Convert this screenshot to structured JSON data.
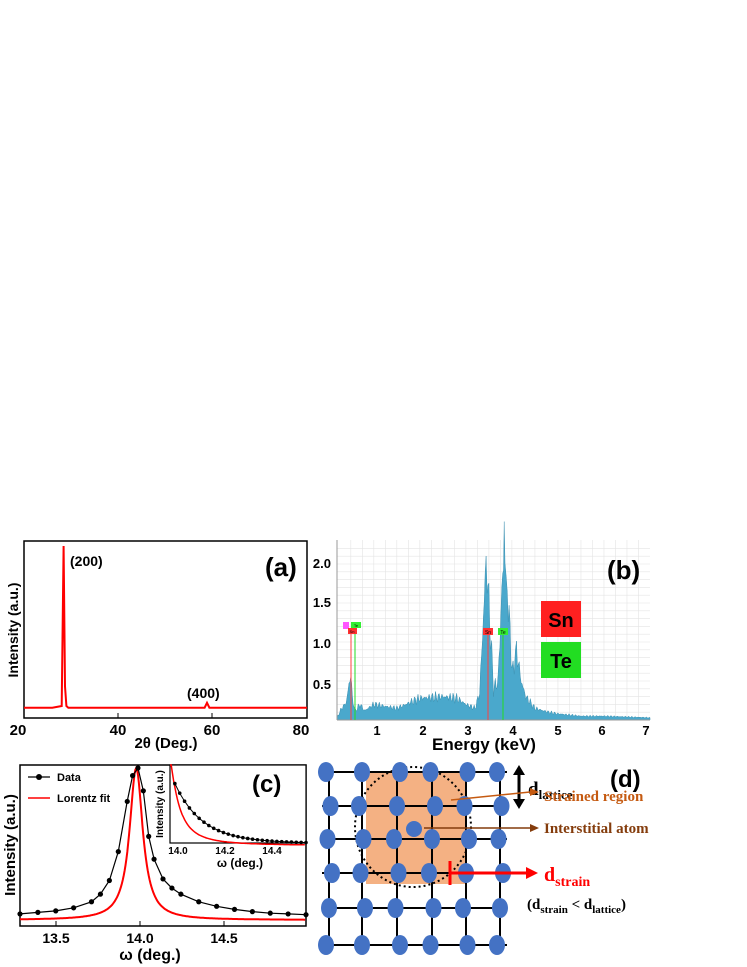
{
  "colors": {
    "xrd_line": "#ff0000",
    "eds_fill": "#4aa8cc",
    "sn_box": "#ff2020",
    "te_box": "#22dd22",
    "fit_line": "#ff0000",
    "data_marker": "#000000",
    "atom": "#4472c4",
    "strain_fill": "#f4b183",
    "strained_label": "#c55a11",
    "interstitial_label": "#843c0c",
    "d_strain_color": "#ff0000"
  },
  "panel_a": {
    "label": "(a)",
    "ylabel": "Intensity (a.u.)",
    "xlabel": "2θ (Deg.)",
    "peak_labels": [
      "(200)",
      "(400)"
    ],
    "xticks": [
      "20",
      "40",
      "60",
      "80"
    ]
  },
  "panel_b": {
    "label": "(b)",
    "xlabel": "Energy (keV)",
    "xticks": [
      "1",
      "2",
      "3",
      "4",
      "5",
      "6",
      "7"
    ],
    "yticks": [
      "0.5",
      "1.0",
      "1.5",
      "2.0"
    ],
    "legend": [
      "Sn",
      "Te"
    ],
    "marker_labels": [
      "Sn",
      "Te",
      "Sn",
      "Te"
    ]
  },
  "panel_c": {
    "label": "(c)",
    "ylabel": "Intensity (a.u.)",
    "xlabel": "ω (deg.)",
    "legend_data": "Data",
    "legend_fit": "Lorentz fit",
    "xticks": [
      "13.5",
      "14.0",
      "14.5"
    ],
    "inset_ylabel": "Intensity (a.u.)",
    "inset_xlabel": "ω (deg.)",
    "inset_xticks": [
      "14.0",
      "14.2",
      "14.4"
    ]
  },
  "panel_d": {
    "label": "(d)",
    "d_lattice": "d",
    "d_lattice_sub": "lattice",
    "strained_region": "Strained region",
    "interstitial_atom": "Interstitial atom",
    "d_strain": "d",
    "d_strain_sub": "strain",
    "relation_open": "(d",
    "relation_sub1": "strain",
    "relation_mid": " < d",
    "relation_sub2": "lattice",
    "relation_close": ")"
  },
  "chart_data": [
    {
      "type": "line",
      "panel": "a",
      "xlabel": "2θ (Deg.)",
      "ylabel": "Intensity (a.u.)",
      "xlim": [
        20,
        80
      ],
      "grid": false,
      "series": [
        {
          "x": [
            20,
            26,
            28.0,
            28.4,
            28.7,
            29.0,
            29.4,
            31,
            40,
            50,
            58.3,
            58.8,
            59.3,
            65,
            80
          ],
          "y": [
            0.02,
            0.02,
            0.03,
            1.0,
            0.15,
            0.03,
            0.02,
            0.02,
            0.02,
            0.02,
            0.02,
            0.05,
            0.02,
            0.02,
            0.02
          ]
        }
      ],
      "annotations": [
        "(200)",
        "(400)"
      ]
    },
    {
      "type": "area",
      "panel": "b",
      "xlabel": "Energy (keV)",
      "xlim": [
        0.2,
        7
      ],
      "ylim": [
        0,
        2.3
      ],
      "grid": true,
      "series": [
        {
          "x": [
            0.2,
            0.3,
            0.4,
            0.5,
            0.55,
            0.6,
            0.7,
            0.8,
            1.0,
            1.5,
            2.0,
            2.5,
            2.8,
            3.0,
            3.2,
            3.3,
            3.4,
            3.44,
            3.5,
            3.6,
            3.7,
            3.8,
            3.85,
            3.9,
            4.0,
            4.05,
            4.1,
            4.2,
            4.3,
            4.5,
            4.8,
            5.0,
            5.5,
            6.0,
            6.5,
            7.0
          ],
          "y": [
            0.03,
            0.15,
            0.22,
            0.6,
            0.18,
            0.12,
            0.2,
            0.12,
            0.2,
            0.15,
            0.28,
            0.3,
            0.28,
            0.2,
            0.15,
            0.35,
            1.55,
            2.05,
            1.5,
            0.4,
            0.5,
            1.9,
            2.25,
            1.7,
            0.7,
            0.6,
            0.9,
            0.5,
            0.3,
            0.15,
            0.1,
            0.08,
            0.05,
            0.05,
            0.04,
            0.03
          ]
        }
      ],
      "legend": [
        "Sn",
        "Te"
      ]
    },
    {
      "type": "line",
      "panel": "c",
      "xlabel": "ω (deg.)",
      "ylabel": "Intensity (a.u.)",
      "xlim": [
        13.3,
        14.9
      ],
      "series": [
        {
          "name": "Data",
          "x": [
            13.3,
            13.4,
            13.5,
            13.6,
            13.7,
            13.75,
            13.8,
            13.85,
            13.9,
            13.93,
            13.96,
            13.99,
            14.02,
            14.05,
            14.1,
            14.15,
            14.2,
            14.3,
            14.4,
            14.5,
            14.6,
            14.7,
            14.8,
            14.9
          ],
          "y": [
            0.04,
            0.05,
            0.06,
            0.08,
            0.12,
            0.17,
            0.26,
            0.45,
            0.78,
            0.95,
            1.0,
            0.85,
            0.55,
            0.4,
            0.27,
            0.21,
            0.17,
            0.12,
            0.09,
            0.07,
            0.055,
            0.045,
            0.04,
            0.035
          ]
        },
        {
          "name": "Lorentz fit",
          "x0": 13.95,
          "gamma": 0.045,
          "amplitude": 1.0,
          "offset": 0.0
        }
      ]
    }
  ]
}
